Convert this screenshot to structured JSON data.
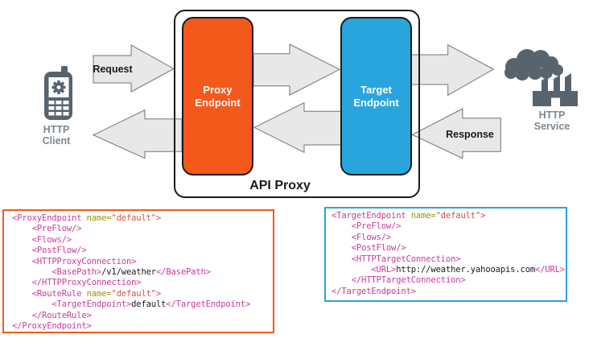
{
  "colors": {
    "proxy_orange": "#F4591C",
    "target_blue": "#29A5DE",
    "arrow_fill": "#E8E8E8",
    "arrow_stroke": "#757575",
    "icon_gray": "#57646E",
    "icon_label_gray": "#7C878D",
    "proxy_code_border": "#F4581E",
    "target_code_border": "#29A5DE",
    "code_tag": "#CA3A9C",
    "code_attr": "#96960A",
    "code_value": "#CF5149",
    "code_text": "#1A1A1A"
  },
  "diagram": {
    "api_proxy_label": "API Proxy",
    "proxy_endpoint_label": "Proxy\nEndpoint",
    "target_endpoint_label": "Target\nEndpoint",
    "request_label": "Request",
    "response_label": "Response",
    "http_client_label": "HTTP\nClient",
    "http_service_label": "HTTP\nService"
  },
  "code_blocks": [
    {
      "title": "proxy-endpoint-xml",
      "lines": [
        [
          {
            "t": "<ProxyEndpoint ",
            "c": "tag"
          },
          {
            "t": "name=",
            "c": "attr"
          },
          {
            "t": "\"default\"",
            "c": "val"
          },
          {
            "t": ">",
            "c": "tag"
          }
        ],
        [
          {
            "t": "    ",
            "c": "plain"
          },
          {
            "t": "<PreFlow/>",
            "c": "tag"
          }
        ],
        [
          {
            "t": "    ",
            "c": "plain"
          },
          {
            "t": "<Flows/>",
            "c": "tag"
          }
        ],
        [
          {
            "t": "    ",
            "c": "plain"
          },
          {
            "t": "<PostFlow/>",
            "c": "tag"
          }
        ],
        [
          {
            "t": "    ",
            "c": "plain"
          },
          {
            "t": "<HTTPProxyConnection>",
            "c": "tag"
          }
        ],
        [
          {
            "t": "        ",
            "c": "plain"
          },
          {
            "t": "<BasePath>",
            "c": "tag"
          },
          {
            "t": "/v1/weather",
            "c": "plain"
          },
          {
            "t": "</BasePath>",
            "c": "tag"
          }
        ],
        [
          {
            "t": "    ",
            "c": "plain"
          },
          {
            "t": "</HTTPProxyConnection>",
            "c": "tag"
          }
        ],
        [
          {
            "t": "    ",
            "c": "plain"
          },
          {
            "t": "<RouteRule ",
            "c": "tag"
          },
          {
            "t": "name=",
            "c": "attr"
          },
          {
            "t": "\"default\"",
            "c": "val"
          },
          {
            "t": ">",
            "c": "tag"
          }
        ],
        [
          {
            "t": "        ",
            "c": "plain"
          },
          {
            "t": "<TargetEndpoint>",
            "c": "tag"
          },
          {
            "t": "default",
            "c": "plain"
          },
          {
            "t": "</TargetEndpoint>",
            "c": "tag"
          }
        ],
        [
          {
            "t": "    ",
            "c": "plain"
          },
          {
            "t": "</RouteRule>",
            "c": "tag"
          }
        ],
        [
          {
            "t": "</ProxyEndpoint>",
            "c": "tag"
          }
        ]
      ]
    },
    {
      "title": "target-endpoint-xml",
      "lines": [
        [
          {
            "t": "<TargetEndpoint ",
            "c": "tag"
          },
          {
            "t": "name=",
            "c": "attr"
          },
          {
            "t": "\"default\"",
            "c": "val"
          },
          {
            "t": ">",
            "c": "tag"
          }
        ],
        [
          {
            "t": "    ",
            "c": "plain"
          },
          {
            "t": "<PreFlow/>",
            "c": "tag"
          }
        ],
        [
          {
            "t": "    ",
            "c": "plain"
          },
          {
            "t": "<Flows/>",
            "c": "tag"
          }
        ],
        [
          {
            "t": "    ",
            "c": "plain"
          },
          {
            "t": "<PostFlow/>",
            "c": "tag"
          }
        ],
        [
          {
            "t": "    ",
            "c": "plain"
          },
          {
            "t": "<HTTPTargetConnection>",
            "c": "tag"
          }
        ],
        [
          {
            "t": "        ",
            "c": "plain"
          },
          {
            "t": "<URL>",
            "c": "tag"
          },
          {
            "t": "http://weather.yahooapis.com",
            "c": "plain"
          },
          {
            "t": "</URL>",
            "c": "tag"
          }
        ],
        [
          {
            "t": "    ",
            "c": "plain"
          },
          {
            "t": "</HTTPTargetConnection>",
            "c": "tag"
          }
        ],
        [
          {
            "t": "</TargetEndpoint>",
            "c": "tag"
          }
        ]
      ]
    }
  ]
}
